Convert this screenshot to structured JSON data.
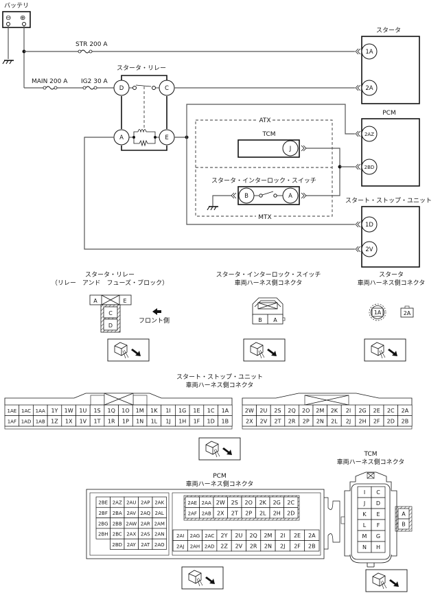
{
  "diagram": {
    "battery": {
      "label": "バッテリ",
      "neg": "⊖",
      "pos": "⊕"
    },
    "fuses": {
      "str": "STR 200 A",
      "main": "MAIN 200 A",
      "ig2": "IG2 30 A"
    },
    "starter_relay": {
      "label": "スタータ・リレー",
      "pins": [
        "D",
        "C",
        "A",
        "E"
      ]
    },
    "starter": {
      "label": "スタータ",
      "pins": [
        "1A",
        "2A"
      ]
    },
    "pcm": {
      "label": "PCM",
      "pins": [
        "2AZ",
        "2BD"
      ]
    },
    "ssu": {
      "label": "スタート・ストップ・ユニット",
      "pins": [
        "1D",
        "2V"
      ]
    },
    "atx_label": "ATX",
    "mtx_label": "MTX",
    "tcm": {
      "label": "TCM",
      "pin": "J"
    },
    "interlock": {
      "label": "スタータ・インターロック・スイッチ",
      "pins": [
        "B",
        "A"
      ]
    }
  },
  "connectors": {
    "relay": {
      "title1": "スタータ・リレー",
      "title2": "（リレー　アンド　フューズ・ブロック）",
      "pins": [
        "A",
        "E",
        "C",
        "D"
      ],
      "front_label": "フロント側"
    },
    "interlock": {
      "title1": "スタータ・インターロック・スイッチ",
      "title2": "車両ハーネス側コネクタ",
      "pins": [
        "B",
        "A"
      ]
    },
    "starter": {
      "title1": "スタータ",
      "title2": "車両ハーネス側コネクタ",
      "pins": [
        "1A",
        "2A"
      ]
    },
    "ssu": {
      "title1": "スタート・ストップ・ユニット",
      "title2": "車両ハーネス側コネクタ",
      "left_rows": [
        [
          "1AE",
          "1AC",
          "1AA",
          "1Y",
          "1W",
          "1U",
          "1S",
          "1Q",
          "1O",
          "1M",
          "1K",
          "1I",
          "1G",
          "1E",
          "1C",
          "1A"
        ],
        [
          "1AF",
          "1AD",
          "1AB",
          "1Z",
          "1X",
          "1V",
          "1T",
          "1R",
          "1P",
          "1N",
          "1L",
          "1J",
          "1H",
          "1F",
          "1D",
          "1B"
        ]
      ],
      "right_rows": [
        [
          "2W",
          "2U",
          "2S",
          "2Q",
          "2O",
          "2M",
          "2K",
          "2I",
          "2G",
          "2E",
          "2C",
          "2A"
        ],
        [
          "2X",
          "2V",
          "2T",
          "2R",
          "2P",
          "2N",
          "2L",
          "2J",
          "2H",
          "2F",
          "2D",
          "2B"
        ]
      ]
    },
    "pcm": {
      "title1": "PCM",
      "title2": "車両ハーネス側コネクタ",
      "left_rows": [
        [
          "2BE",
          "2AZ",
          "2AU",
          "2AP",
          "2AK"
        ],
        [
          "2BF",
          "2BA",
          "2AV",
          "2AQ",
          "2AL"
        ],
        [
          "2BG",
          "2BB",
          "2AW",
          "2AR",
          "2AM"
        ],
        [
          "2BH",
          "2BC",
          "2AX",
          "2AS",
          "2AN"
        ],
        [
          "",
          "2BD",
          "2AY",
          "2AT",
          "2AO"
        ]
      ],
      "top_rows": [
        [
          "2AE",
          "2AA",
          "2W",
          "2S",
          "2O",
          "2K",
          "2G",
          "2C"
        ],
        [
          "2AF",
          "2AB",
          "2X",
          "2T",
          "2P",
          "2L",
          "2H",
          "2D"
        ]
      ],
      "bottom_rows": [
        [
          "2AI",
          "2AG",
          "2AC",
          "2Y",
          "2U",
          "2Q",
          "2M",
          "2I",
          "2E",
          "2A"
        ],
        [
          "2AJ",
          "2AH",
          "2AD",
          "2Z",
          "2V",
          "2R",
          "2N",
          "2J",
          "2F",
          "2B"
        ]
      ]
    },
    "tcm": {
      "title1": "TCM",
      "title2": "車両ハーネス側コネクタ",
      "left_col": [
        "I",
        "J",
        "K",
        "L",
        "M",
        "N"
      ],
      "mid_col": [
        "C",
        "D",
        "E",
        "F",
        "G",
        "H"
      ],
      "right_col": [
        "A",
        "B"
      ]
    }
  }
}
